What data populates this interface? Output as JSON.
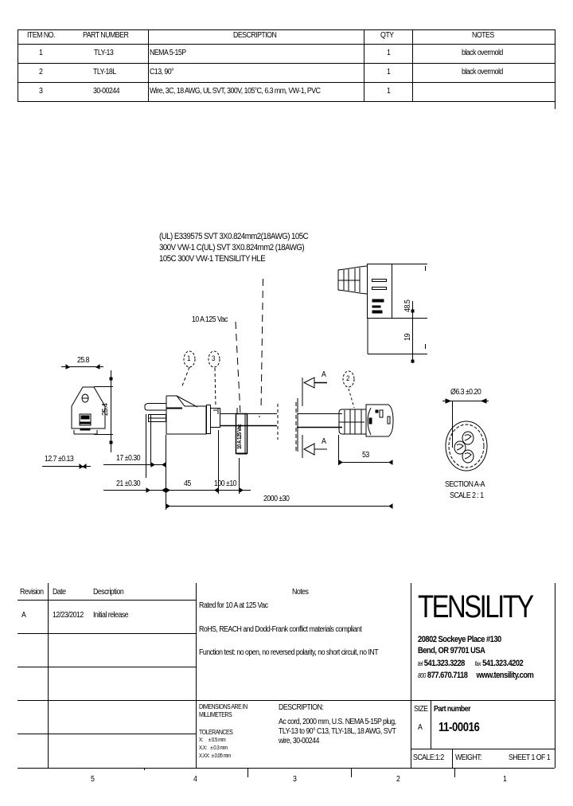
{
  "bom": {
    "headers": [
      "ITEM NO.",
      "PART NUMBER",
      "DESCRIPTION",
      "QTY",
      "NOTES"
    ],
    "rows": [
      {
        "item": "1",
        "part": "TLY-13",
        "desc": "NEMA 5-15P",
        "qty": "1",
        "notes": "black overmold"
      },
      {
        "item": "2",
        "part": "TLY-18L",
        "desc": "C13,  90°",
        "qty": "1",
        "notes": "black overmold"
      },
      {
        "item": "3",
        "part": "30-00244",
        "desc": "Wire, 3C, 18 AWG, UL SVT, 300V, 105°C, 6.3 mm, VW-1, PVC",
        "qty": "1",
        "notes": ""
      }
    ]
  },
  "drawing": {
    "cable_marking": [
      "(UL) E339575 SVT 3X0.824mm2(18AWG)  105C",
      "300V VW-1 C(UL)  SVT 3X0.824mm2 (18AWG)",
      "105C 300V VW-1  TENSILITY HLE"
    ],
    "rating_label": "10 A 125 Vac",
    "rating_tag": "10 A 125 Vac",
    "balloons": [
      "1",
      "2",
      "3"
    ],
    "dims": {
      "plug_width": "25.8",
      "plug_height": "25.4",
      "pin_width": "12.7 ±0.13",
      "pin_17": "17 ±0.30",
      "pin_21": "21 ±0.30",
      "d45": "45",
      "d100": "100 ±10",
      "d2000": "2000 ±30",
      "d53": "53",
      "d48": "48.5",
      "d19": "19",
      "diameter": "Ø6.3 ±0.20"
    },
    "section_label": "A",
    "section_title": "SECTION A-A",
    "section_scale": "SCALE 2 : 1"
  },
  "revision": {
    "headers": [
      "Revision",
      "Date",
      "Description"
    ],
    "rows": [
      {
        "rev": "A",
        "date": "12/23/2012",
        "desc": "Initial release"
      }
    ]
  },
  "notes": {
    "title": "Notes",
    "items": [
      "Rated for 10 A at 125 Vac",
      "RoHS, REACH and Dodd-Frank conflict materials compliant",
      "Function test: no open, no reversed polarity, no short circuit, no INT"
    ]
  },
  "company": {
    "name": "TENSILITY",
    "address1": "20802 Sockeye Place #130",
    "address2": "Bend, OR 97701 USA",
    "tel_label": "tel",
    "tel": "541.323.3228",
    "fax_label": "fax",
    "fax": "541.323.4202",
    "tollfree_label": "800",
    "tollfree": "877.670.7118",
    "web": "www.tensility.com"
  },
  "title_block": {
    "dims_note1": "DIMENSIONS ARE IN",
    "dims_note2": "MILLIMETERS",
    "tolerances_title": "TOLERANCES",
    "tol1": "X:      ± 0.5 mm",
    "tol2": "X.X:    ± 0.3 mm",
    "tol3": "X.XX:  ± 0.05 mm",
    "description_label": "DESCRIPTION:",
    "description_lines": [
      "Ac cord, 2000 mm, U.S. NEMA 5-15P plug,",
      "TLY-13 to 90° C13, TLY-18L, 18 AWG, SVT",
      "wire, 30-00244"
    ],
    "size_label": "SIZE",
    "size": "A",
    "part_number_label": "Part number",
    "part_number": "11-00016",
    "scale": "SCALE:1:2",
    "weight": "WEIGHT:",
    "sheet": "SHEET 1 OF 1"
  },
  "zones": [
    "5",
    "4",
    "3",
    "2",
    "1"
  ]
}
